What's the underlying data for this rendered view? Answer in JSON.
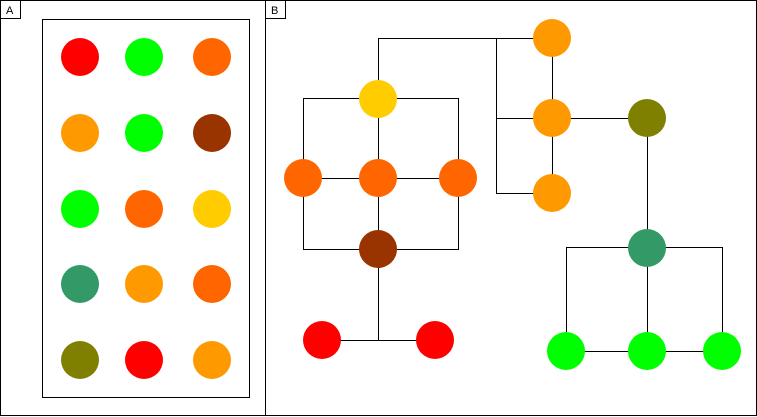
{
  "panels": {
    "a": {
      "label": "A"
    },
    "b": {
      "label": "B"
    }
  },
  "colors": {
    "red": "#ff0000",
    "green": "#00ff00",
    "orange": "#ff6600",
    "amber": "#ff9900",
    "brown": "#993300",
    "yellow": "#ffcc00",
    "teal": "#339966",
    "olive": "#808000",
    "line": "#000000"
  },
  "panel_a": {
    "grid": [
      [
        "red",
        "green",
        "orange"
      ],
      [
        "amber",
        "green",
        "brown"
      ],
      [
        "green",
        "orange",
        "yellow"
      ],
      [
        "teal",
        "amber",
        "orange"
      ],
      [
        "olive",
        "red",
        "amber"
      ]
    ]
  },
  "panel_b": {
    "nodes": [
      {
        "id": "n1",
        "color": "amber"
      },
      {
        "id": "n2",
        "color": "amber"
      },
      {
        "id": "n3",
        "color": "amber"
      },
      {
        "id": "n4",
        "color": "olive"
      },
      {
        "id": "n5",
        "color": "yellow"
      },
      {
        "id": "n6",
        "color": "orange"
      },
      {
        "id": "n7",
        "color": "orange"
      },
      {
        "id": "n8",
        "color": "orange"
      },
      {
        "id": "n9",
        "color": "brown"
      },
      {
        "id": "n10",
        "color": "red"
      },
      {
        "id": "n11",
        "color": "red"
      },
      {
        "id": "n12",
        "color": "teal"
      },
      {
        "id": "n13",
        "color": "green"
      },
      {
        "id": "n14",
        "color": "green"
      },
      {
        "id": "n15",
        "color": "green"
      }
    ]
  }
}
